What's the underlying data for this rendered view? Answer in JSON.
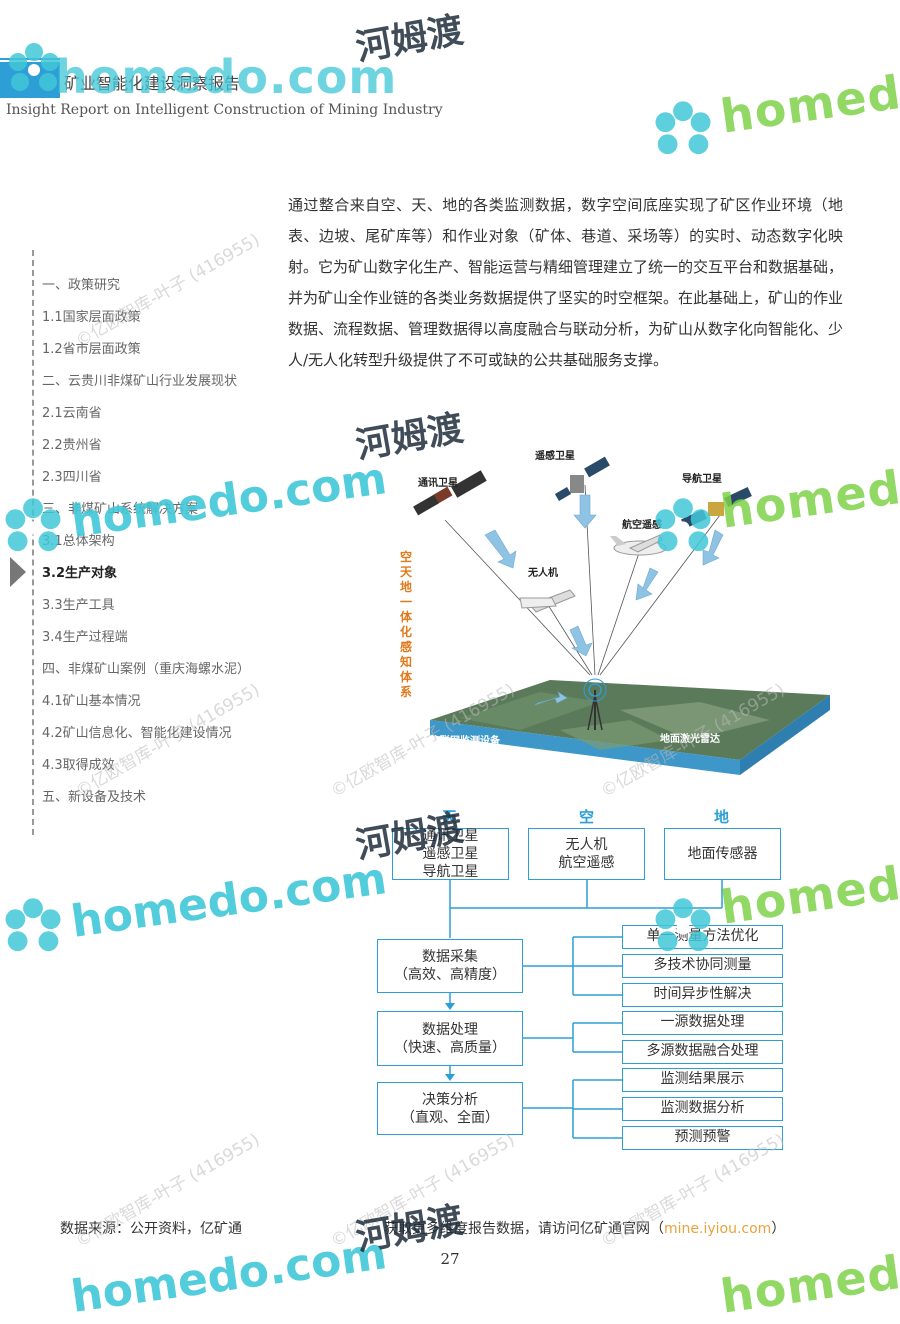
{
  "header": {
    "title": "矿业智能化建设洞察报告",
    "subtitle": "Insight Report on Intelligent Construction of Mining Industry"
  },
  "toc": {
    "items": [
      "一、政策研究",
      "1.1国家层面政策",
      "1.2省市层面政策",
      "二、云贵川非煤矿山行业发展现状",
      "2.1云南省",
      "2.2贵州省",
      "2.3四川省",
      "三、非煤矿山系统解决方案",
      "3.1总体架构",
      "3.2生产对象",
      "3.3生产工具",
      "3.4生产过程端",
      "四、非煤矿山案例（重庆海螺水泥）",
      "4.1矿山基本情况",
      "4.2矿山信息化、智能化建设情况",
      "4.3取得成效",
      "五、新设备及技术"
    ],
    "active_index": 9
  },
  "body": {
    "paragraph": "通过整合来自空、天、地的各类监测数据，数字空间底座实现了矿区作业环境（地表、边坡、尾矿库等）和作业对象（矿体、巷道、采场等）的实时、动态数字化映射。它为矿山数字化生产、智能运营与精细管理建立了统一的交互平台和数据基础，并为矿山全作业链的各类业务数据提供了坚实的时空框架。在此基础上，矿山的作业数据、流程数据、管理数据得以高度融合与联动分析，为矿山从数字化向智能化、少人/无人化转型升级提供了不可或缺的公共基础服务支撑。"
  },
  "figure": {
    "labels": {
      "comm_sat": "通讯卫星",
      "remote_sat": "遥感卫星",
      "nav_sat": "导航卫星",
      "aerial": "航空遥感",
      "uav": "无人机",
      "iot": "物联网监测设备",
      "lidar": "地面激光雷达"
    },
    "vertical_text": "空天地一体化感知体系"
  },
  "diagram": {
    "headers": {
      "tian": "天",
      "kong": "空",
      "di": "地"
    },
    "top_boxes": {
      "tian": [
        "通讯卫星",
        "遥感卫星",
        "导航卫星"
      ],
      "kong": [
        "无人机",
        "航空遥感"
      ],
      "di": [
        "地面传感器"
      ]
    },
    "stages": [
      {
        "title": "数据采集",
        "sub": "（高效、高精度）",
        "items": [
          "单一测量方法优化",
          "多技术协同测量",
          "时间异步性解决"
        ]
      },
      {
        "title": "数据处理",
        "sub": "（快速、高质量）",
        "items": [
          "一源数据处理",
          "多源数据融合处理"
        ]
      },
      {
        "title": "决策分析",
        "sub": "（直观、全面）",
        "items": [
          "监测结果展示",
          "监测数据分析",
          "预测预警"
        ]
      }
    ],
    "colors": {
      "accent": "#2e9fd6"
    }
  },
  "footer": {
    "source": "数据来源：公开资料，亿矿通",
    "visit_prefix": "获取更多维度报告数据，请访问亿矿通官网（",
    "visit_url": "mine.iyiou.com",
    "visit_suffix": "）",
    "page_number": "27"
  },
  "watermarks": {
    "homedo_dot_com": "homedo.com",
    "homedo": "homedo",
    "chinese": "河姆渡",
    "grey": "©亿欧智库-叶子 (416955)"
  }
}
